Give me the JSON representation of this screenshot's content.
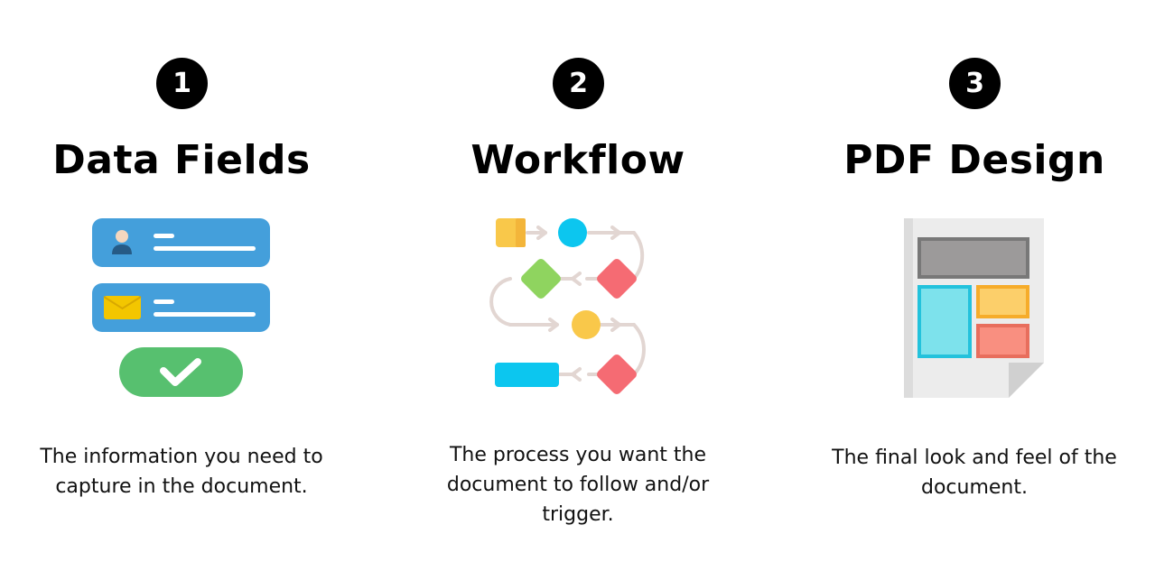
{
  "steps": [
    {
      "number": "1",
      "title": "Data Fields",
      "description": "The information you need to capture in the document.",
      "icon": "data-fields-form-icon"
    },
    {
      "number": "2",
      "title": "Workflow",
      "description": "The process you want the document to follow and/or trigger.",
      "icon": "workflow-flowchart-icon"
    },
    {
      "number": "3",
      "title": "PDF Design",
      "description": "The final look and feel of the document.",
      "icon": "pdf-layout-document-icon"
    }
  ],
  "colors": {
    "card_blue": "#449fdb",
    "check_green": "#57c06f",
    "envelope_yellow": "#f3c600",
    "flow_yellow": "#f9c84a",
    "flow_cyan": "#0cc6ef",
    "flow_green": "#8fd45f",
    "flow_red": "#f56b73",
    "connector": "#e2d6d2",
    "page_gray": "#ececec",
    "header_gray": "#9c9a9a",
    "panel_cyan": "#7de2ec",
    "panel_yellow": "#fccf6a",
    "panel_red": "#f98f80"
  }
}
